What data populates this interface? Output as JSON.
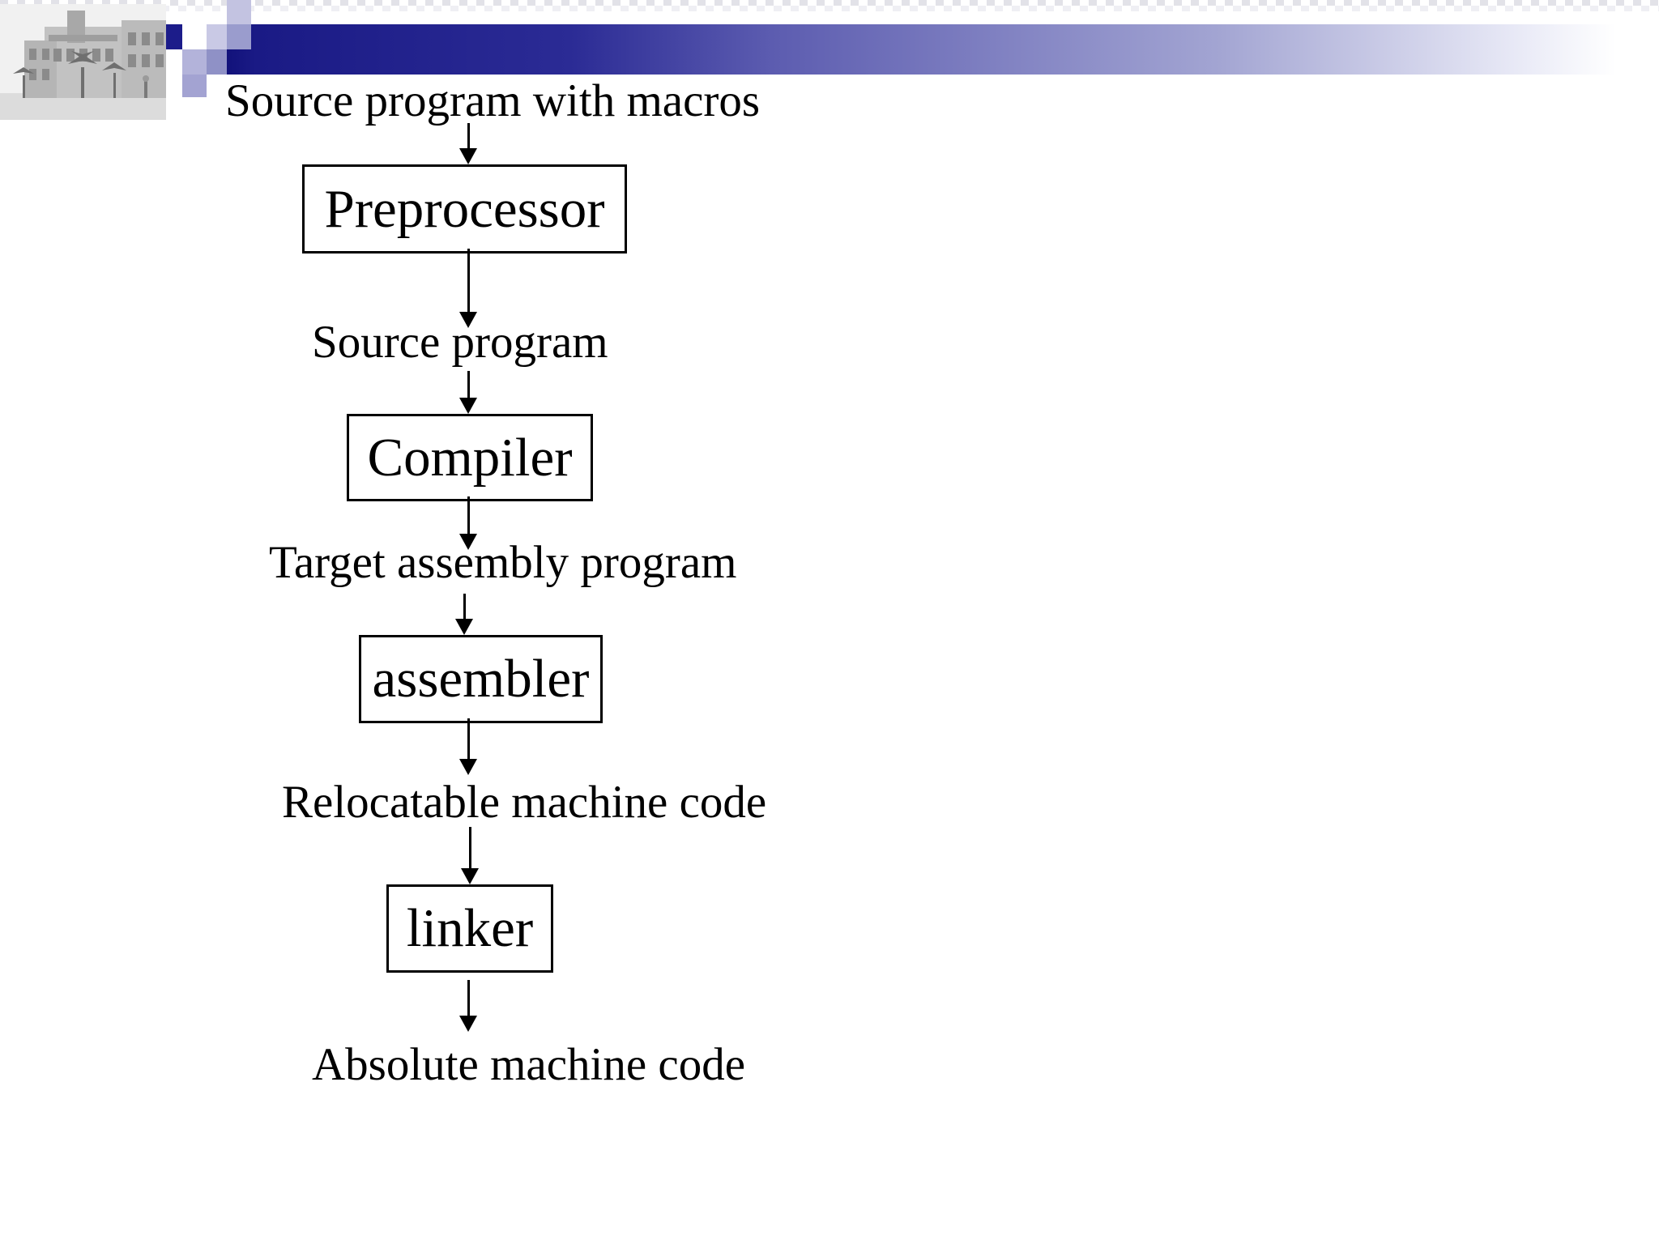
{
  "slide": {
    "kind": "presentation-slide",
    "background": "#ffffff"
  },
  "header": {
    "photo_icon": "campus-building-photo",
    "colors": {
      "bar_navy": "#17177f",
      "bar_fade_end": "#ffffff",
      "mosaic_navy": "#1c1c8a",
      "mosaic_lavender_light": "#c9c9e5",
      "mosaic_lavender_medium": "#9a9ccd"
    }
  },
  "diagram": {
    "flow": [
      {
        "type": "label",
        "text": "Source program with macros"
      },
      {
        "type": "box",
        "text": "Preprocessor"
      },
      {
        "type": "label",
        "text": "Source program"
      },
      {
        "type": "box",
        "text": "Compiler"
      },
      {
        "type": "label",
        "text": "Target assembly program"
      },
      {
        "type": "box",
        "text": "assembler"
      },
      {
        "type": "label",
        "text": "Relocatable machine code"
      },
      {
        "type": "box",
        "text": "linker"
      },
      {
        "type": "label",
        "text": "Absolute machine code"
      }
    ],
    "arrow_count": 8,
    "line_color": "#000000"
  }
}
